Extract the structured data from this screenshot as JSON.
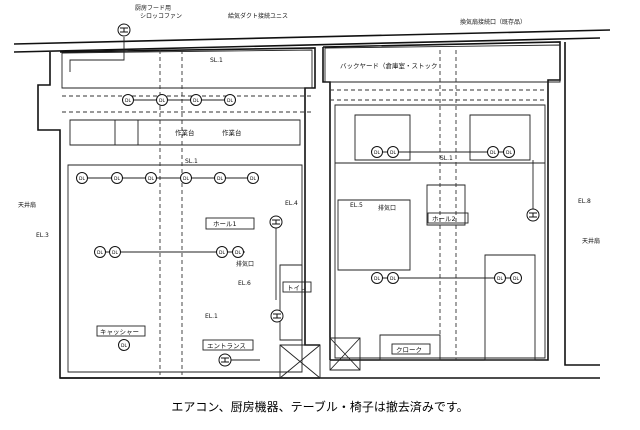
{
  "annotations": {
    "hood_fan": "厨房フード用",
    "hood_fan_2": "シロッコファン",
    "supply_duct": "給気ダクト接続ユニス",
    "vent_existing": "換気扇接続口（既存品）",
    "ceiling_fan_left": "天井扇",
    "ceiling_fan_right": "天井扇",
    "exhaust_left": "排気口",
    "exhaust_right": "排気口"
  },
  "rooms": {
    "workbench_1": "作業台",
    "workbench_2": "作業台",
    "hall_1": "ホール1",
    "hall_2": "ホール2",
    "toilet": "トイレ",
    "cashier": "キャッシャー",
    "entrance": "エントランス",
    "cloak": "クローク",
    "backyard": "バックヤード（倉庫室・ストック"
  },
  "circuit_labels": {
    "sl1": "SL.1",
    "sl1b": "SL.1",
    "sl1c": "SL.1",
    "el3": "EL.3",
    "el4": "EL.4",
    "el5": "EL.5",
    "el6": "EL.6",
    "el8": "EL.8",
    "el1": "EL.1"
  },
  "light_label": "DL",
  "caption": "エアコン、厨房機器、テーブル・椅子は撤去済みです。"
}
